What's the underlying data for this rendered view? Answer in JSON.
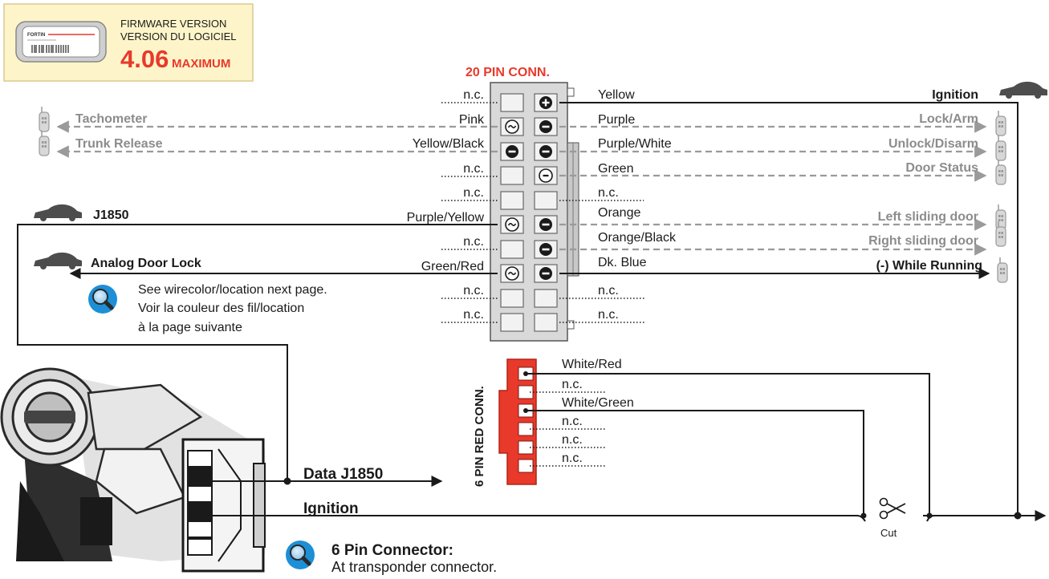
{
  "firmware": {
    "line1": "FIRMWARE VERSION",
    "line2": "VERSION DU LOGICIEL",
    "version": "4.06",
    "max_label": "MAXIMUM",
    "device_brand": "FORTIN"
  },
  "connector20": {
    "title": "20 PIN CONN.",
    "left_wires": [
      "n.c.",
      "Pink",
      "Yellow/Black",
      "n.c.",
      "n.c.",
      "Purple/Yellow",
      "n.c.",
      "Green/Red",
      "n.c.",
      "n.c."
    ],
    "right_wires": [
      "Yellow",
      "Purple",
      "Purple/White",
      "Green",
      "n.c.",
      "Orange",
      "Orange/Black",
      "Dk. Blue",
      "n.c.",
      "n.c."
    ]
  },
  "left_functions": {
    "tachometer": "Tachometer",
    "trunk_release": "Trunk Release",
    "j1850": "J1850",
    "analog_door_lock": "Analog Door Lock"
  },
  "right_functions": {
    "ignition": "Ignition",
    "lock_arm": "Lock/Arm",
    "unlock_disarm": "Unlock/Disarm",
    "door_status": "Door Status",
    "left_sliding": "Left sliding door",
    "right_sliding": "Right sliding door",
    "while_running": "(-) While Running"
  },
  "note_wirecolor": {
    "line1": "See wirecolor/location next page.",
    "line2": "Voir la couleur des fil/location",
    "line3": "à la page suivante"
  },
  "connector6": {
    "title": "6 PIN RED CONN.",
    "wires": [
      "White/Red",
      "n.c.",
      "White/Green",
      "n.c.",
      "n.c.",
      "n.c."
    ]
  },
  "bottom": {
    "data_j1850": "Data J1850",
    "ignition": "Ignition",
    "cut": "Cut",
    "pin_title": "6 Pin Connector:",
    "pin_sub": "At transponder connector."
  },
  "colors": {
    "red_accent": "#e8392b",
    "connector_red": "#e8392b",
    "firmware_bg": "#fdf5c9",
    "dashed_gray": "#9a9a9a",
    "magnifier_blue": "#1d8fd6"
  }
}
